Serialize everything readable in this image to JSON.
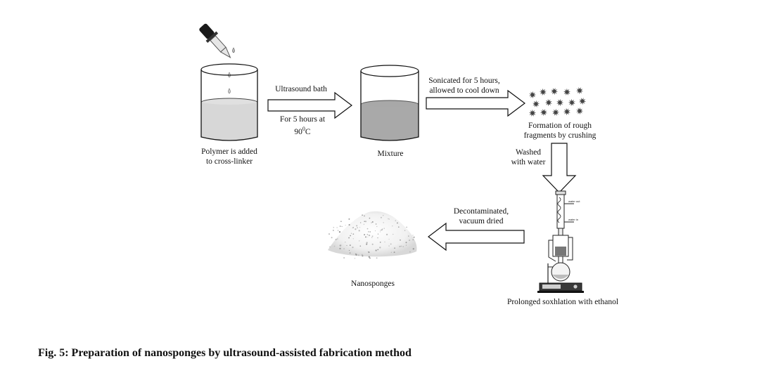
{
  "diagram": {
    "steps": {
      "polymer": {
        "label_line1": "Polymer is added",
        "label_line2": "to cross-linker"
      },
      "ultrasound": {
        "above": "Ultrasound bath",
        "below_line1": "For 5 hours at",
        "below_line2_value": "90",
        "below_line2_unit": "C",
        "below_line2_sup": "0"
      },
      "mixture": {
        "label": "Mixture"
      },
      "sonicated": {
        "line1": "Sonicated for 5 hours,",
        "line2": "allowed to cool down"
      },
      "fragments": {
        "line1": "Formation of rough",
        "line2": "fragments by crushing"
      },
      "washed": {
        "line1": "Washed",
        "line2": "with water"
      },
      "soxhlet": {
        "label": "Prolonged soxhlation with ethanol",
        "water_in": "water in",
        "water_out": "water out"
      },
      "decontam": {
        "line1": "Decontaminated,",
        "line2": "vacuum dried"
      },
      "nanosponges": {
        "label": "Nanosponges"
      }
    },
    "caption": "Fig. 5: Preparation of nanosponges by ultrasound-assisted fabrication method"
  }
}
